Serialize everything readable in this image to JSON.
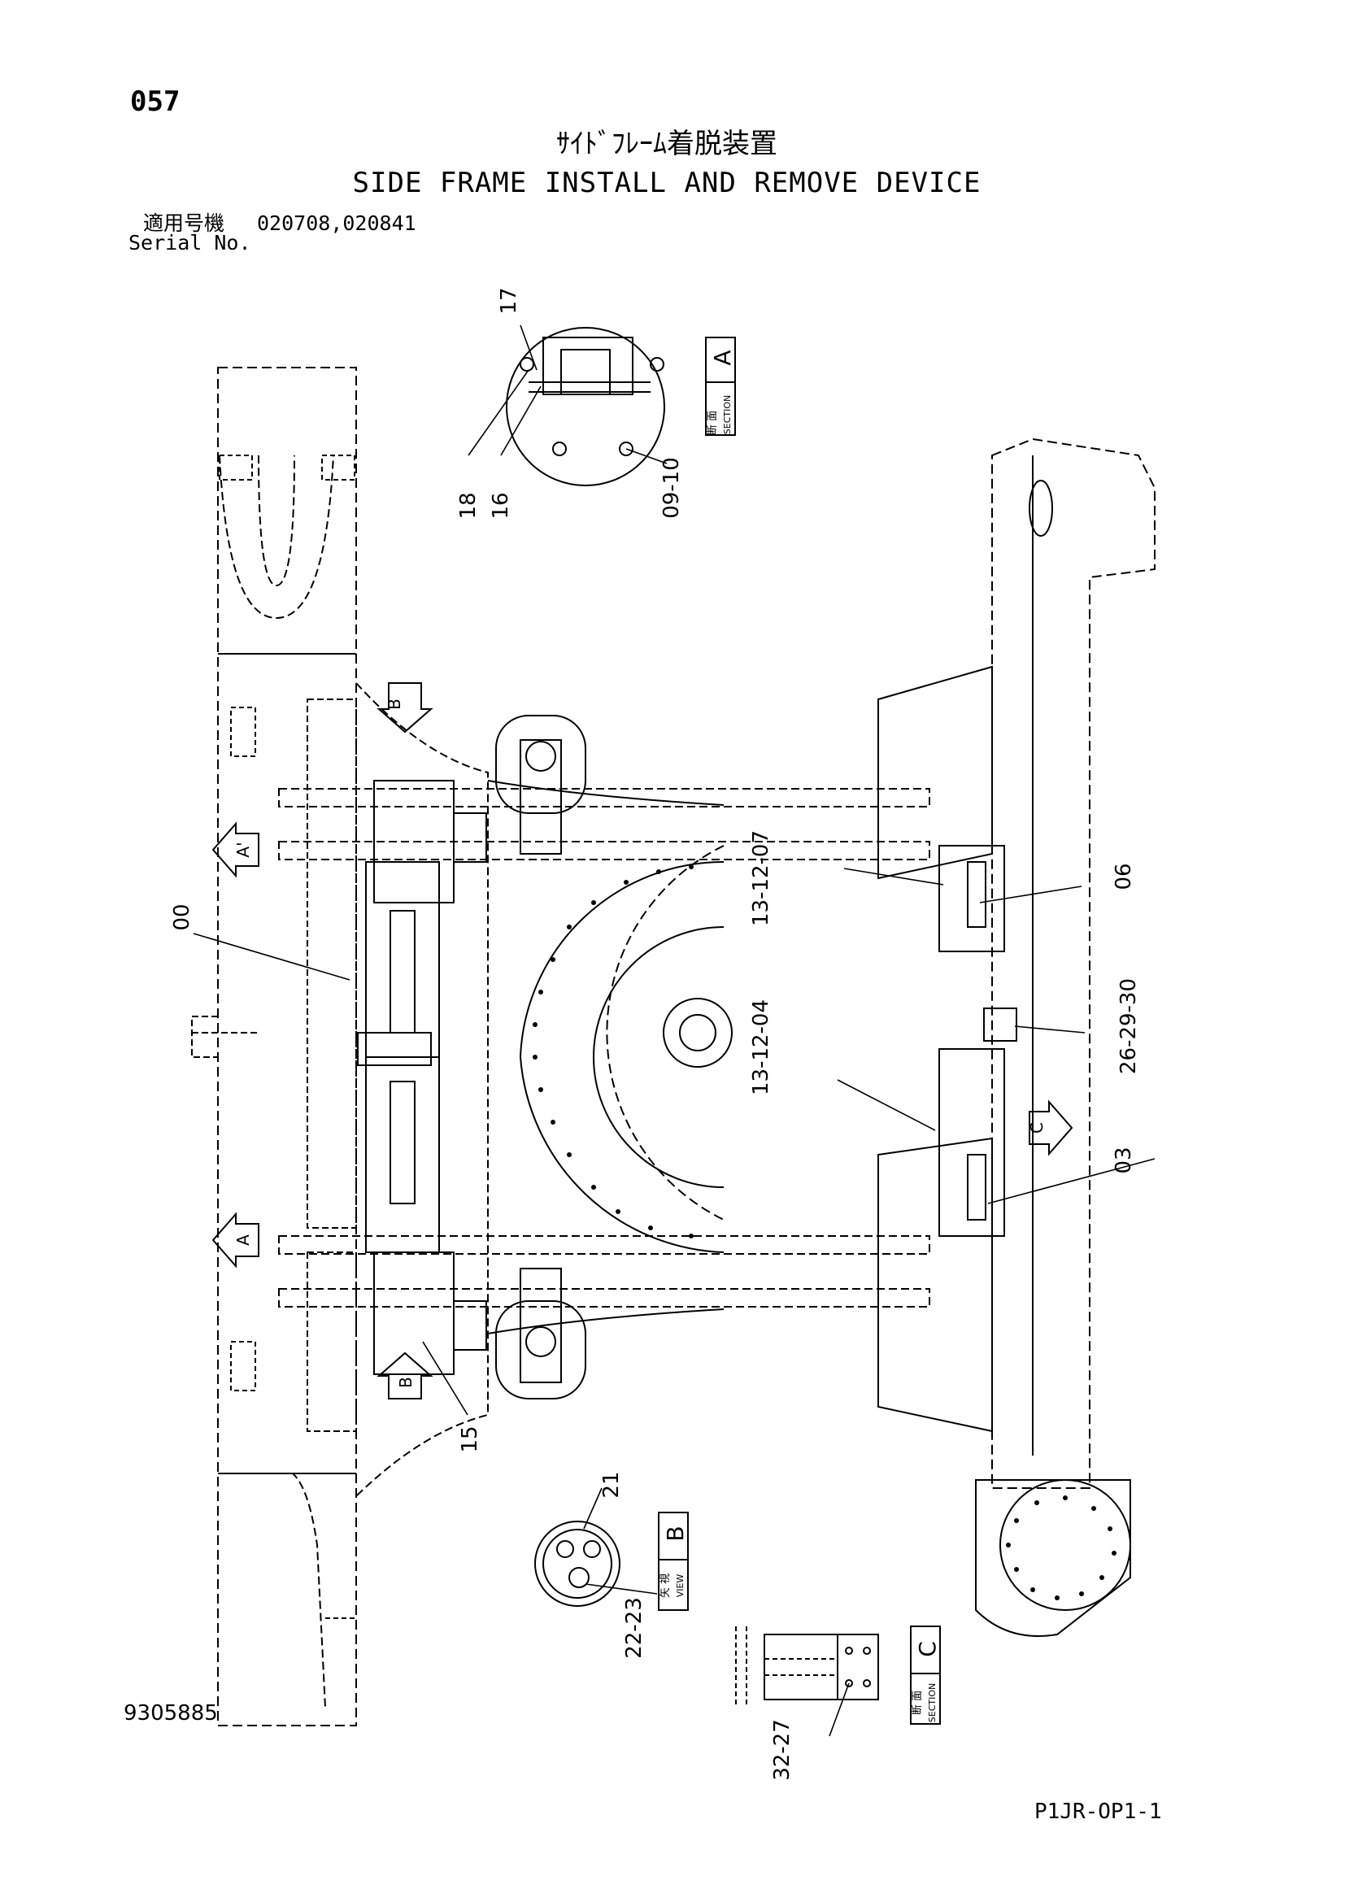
{
  "page_number": "057",
  "title_jp": "ｻｲﾄﾞﾌﾚｰﾑ着脱装置",
  "title_en": "SIDE FRAME INSTALL AND REMOVE DEVICE",
  "serial": {
    "label_jp": "適用号機",
    "values": "020708,020841",
    "label_en": "Serial No."
  },
  "drawing_number": "9305885",
  "sheet_ref": "P1JR-OP1-1",
  "views": {
    "section_a": {
      "jp": "断 面",
      "en": "SECTION",
      "letter": "A"
    },
    "view_b": {
      "jp": "矢 視",
      "en": "VIEW",
      "letter": "B"
    },
    "section_c": {
      "jp": "断 面",
      "en": "SECTION",
      "letter": "C"
    }
  },
  "arrow_markers": {
    "b_top": "B",
    "b_bottom": "B",
    "a_prime": "A'",
    "a_lower": "A",
    "c_right": "C"
  },
  "callouts": {
    "c17": "17",
    "c18": "18",
    "c16": "16",
    "c09_10": "09-10",
    "c00": "00",
    "c15": "15",
    "c13_12_07": "13-12-07",
    "c13_12_04": "13-12-04",
    "c06": "06",
    "c26_29_30": "26-29-30",
    "c03": "03",
    "c21": "21",
    "c22_23": "22-23",
    "c32_27": "32-27"
  }
}
